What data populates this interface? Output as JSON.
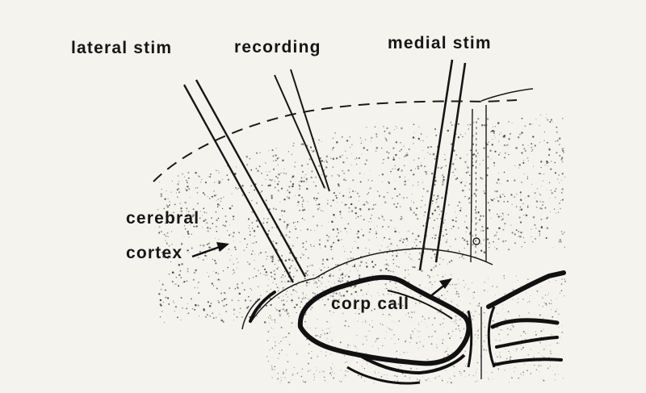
{
  "labels": {
    "lateral_stim": "lateral stim",
    "recording": "recording",
    "medial_stim": "medial stim",
    "cerebral": "cerebral",
    "cortex": "cortex",
    "corp_call": "corp call"
  },
  "colors": {
    "background": "#f4f3ee",
    "ink": "#161616",
    "stipple": "#2a2a2a"
  }
}
